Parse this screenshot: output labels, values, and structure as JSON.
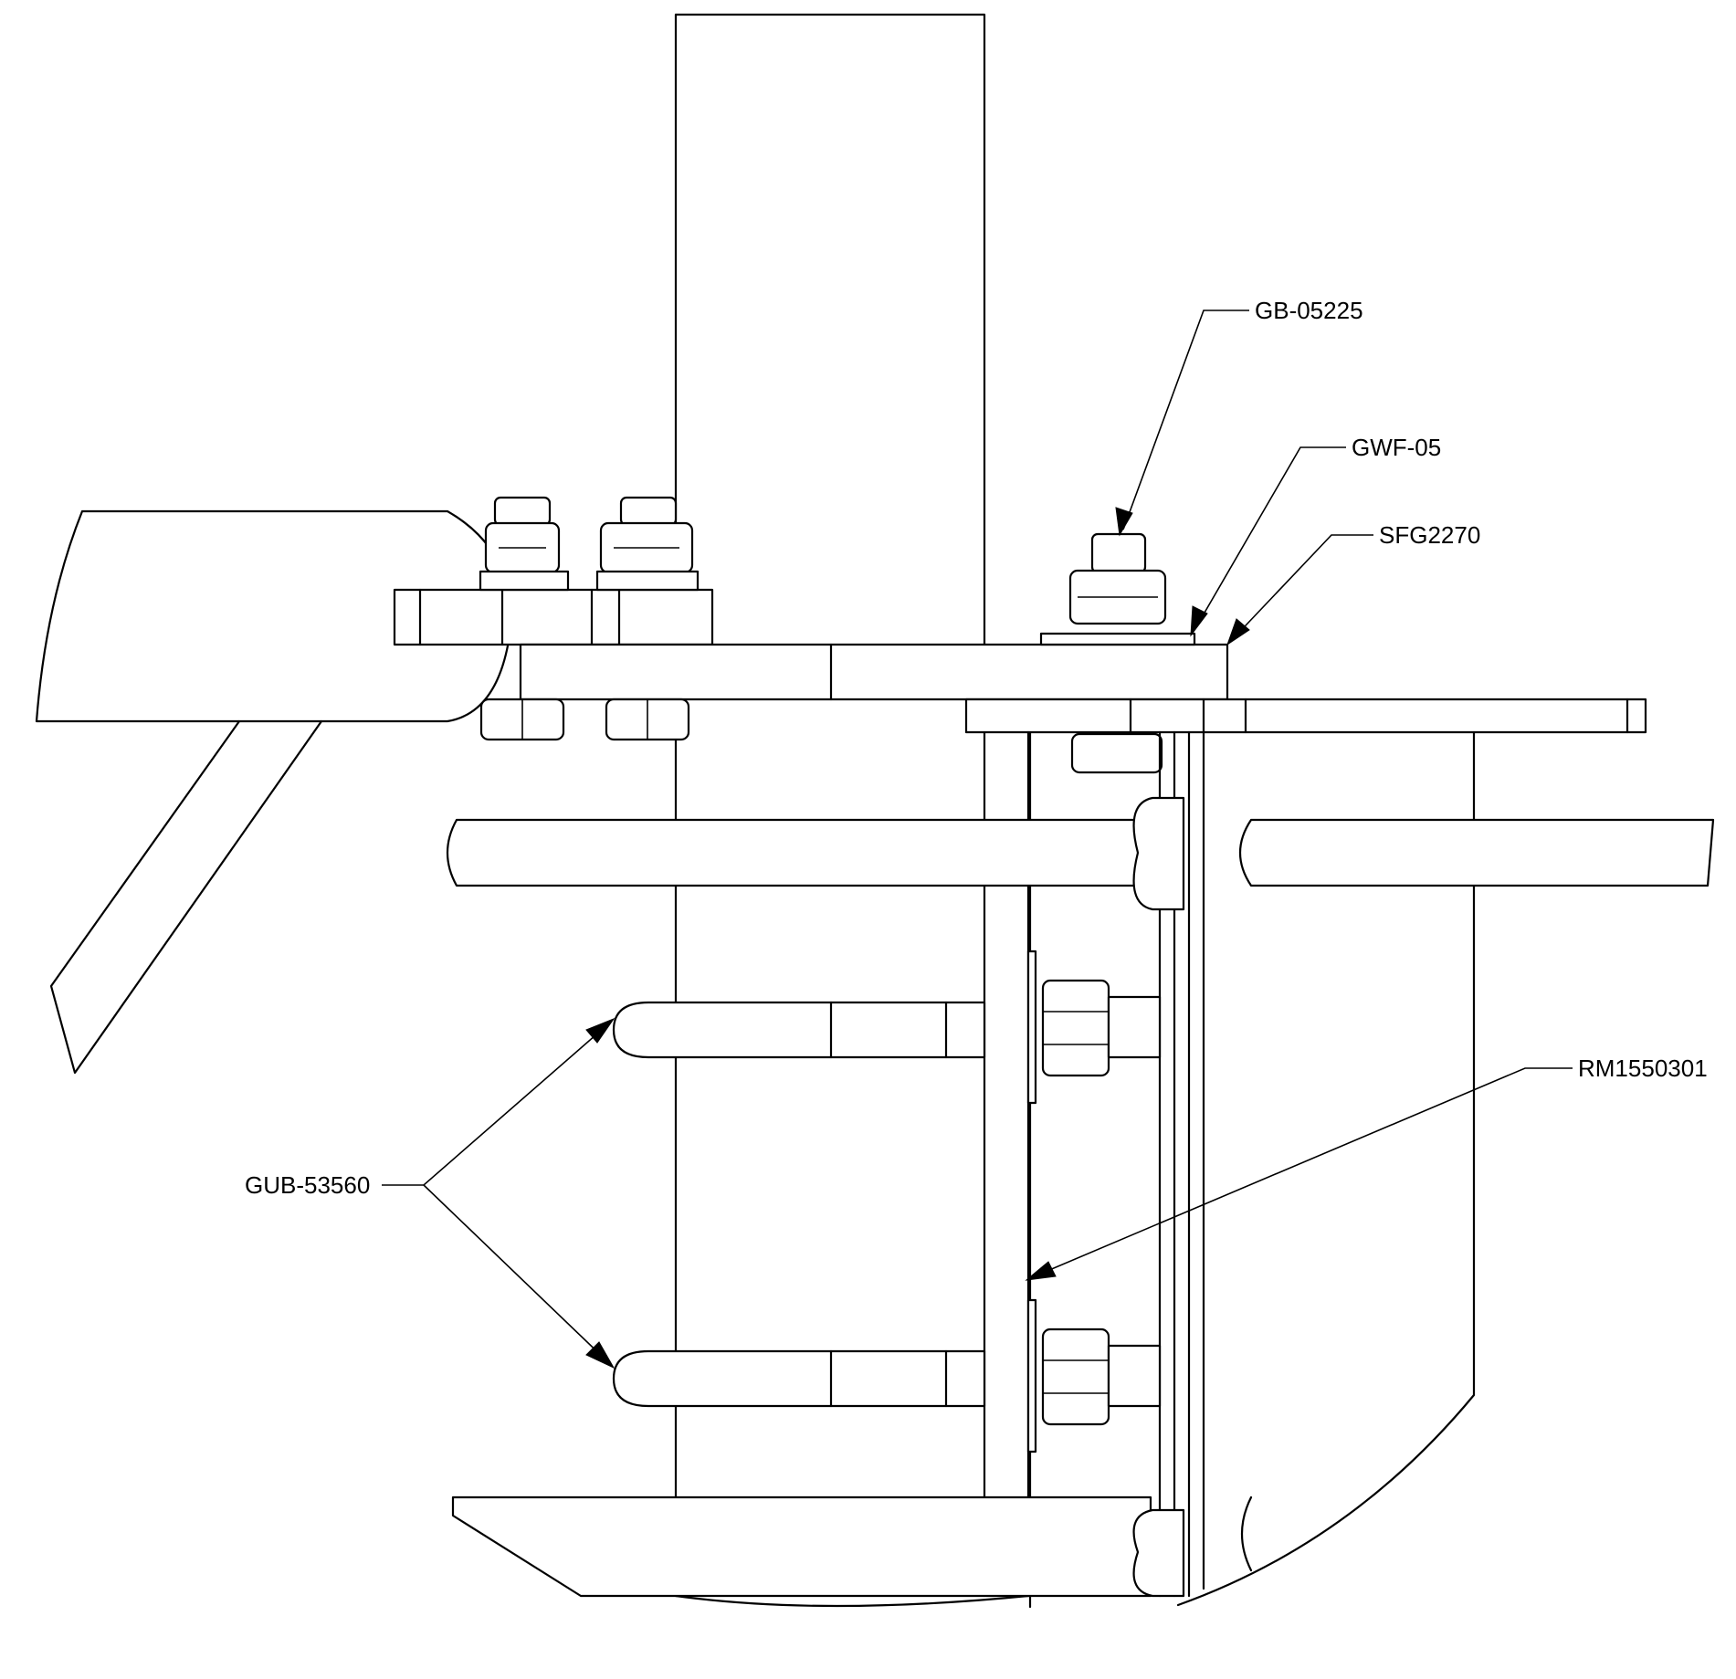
{
  "callouts": {
    "gb": "GB-05225",
    "gwf": "GWF-05",
    "sfg": "SFG2270",
    "rm": "RM1550301",
    "gub": "GUB-53560"
  }
}
